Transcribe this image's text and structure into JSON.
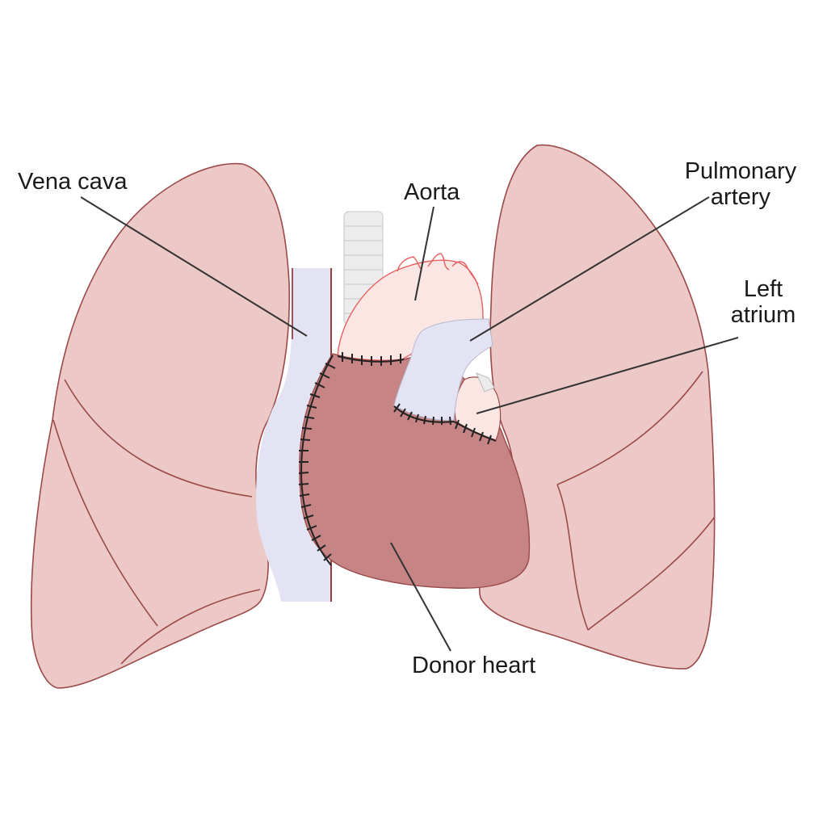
{
  "labels": {
    "vena_cava": "Vena cava",
    "aorta": "Aorta",
    "pulmonary_artery": [
      "Pulmonary",
      "artery"
    ],
    "left_atrium": [
      "Left",
      "atrium"
    ],
    "donor_heart": "Donor heart"
  },
  "colors": {
    "lung_fill": "#ecc9c6",
    "lung_stroke": "#9a4a48",
    "heart_fill": "#c78485",
    "vessel_fill": "#e3e3f3",
    "aorta_fill": "#fbe6e4",
    "aorta_stroke": "#e86060",
    "trachea_fill": "#ececec",
    "suture": "#222222",
    "leader": "#333333"
  }
}
